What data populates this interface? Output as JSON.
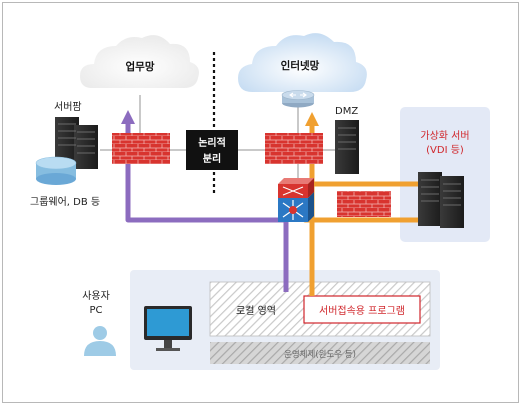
{
  "labels": {
    "business_network": "업무망",
    "internet_network": "인터넷망",
    "server_farm": "서버팜",
    "logical_separation_line1": "논리적",
    "logical_separation_line2": "분리",
    "dmz": "DMZ",
    "virtualization_server_line1": "가상화 서버",
    "virtualization_server_line2": "(VDI 등)",
    "groupware_db": "그룹웨어, DB 등",
    "user_pc_line1": "사용자",
    "user_pc_line2": "PC",
    "local_area": "로컬 영역",
    "server_access_program": "서버접속용 프로그램",
    "os_area": "운영체제(윈도우 등)"
  },
  "colors": {
    "purple_path": "#8c6cbf",
    "orange_path": "#f0a030",
    "firewall_red": "#d8342f",
    "vdi_panel": "#e3e9f6",
    "pc_panel": "#e8edf6",
    "accent_red_text": "#d0262b"
  },
  "icons": {
    "firewall": "brick-wall-icon",
    "router": "router-icon",
    "switch": "network-switch-icon",
    "server": "server-rack-icon",
    "database": "database-icon",
    "monitor": "monitor-icon",
    "user": "user-icon",
    "cloud": "cloud-icon"
  }
}
